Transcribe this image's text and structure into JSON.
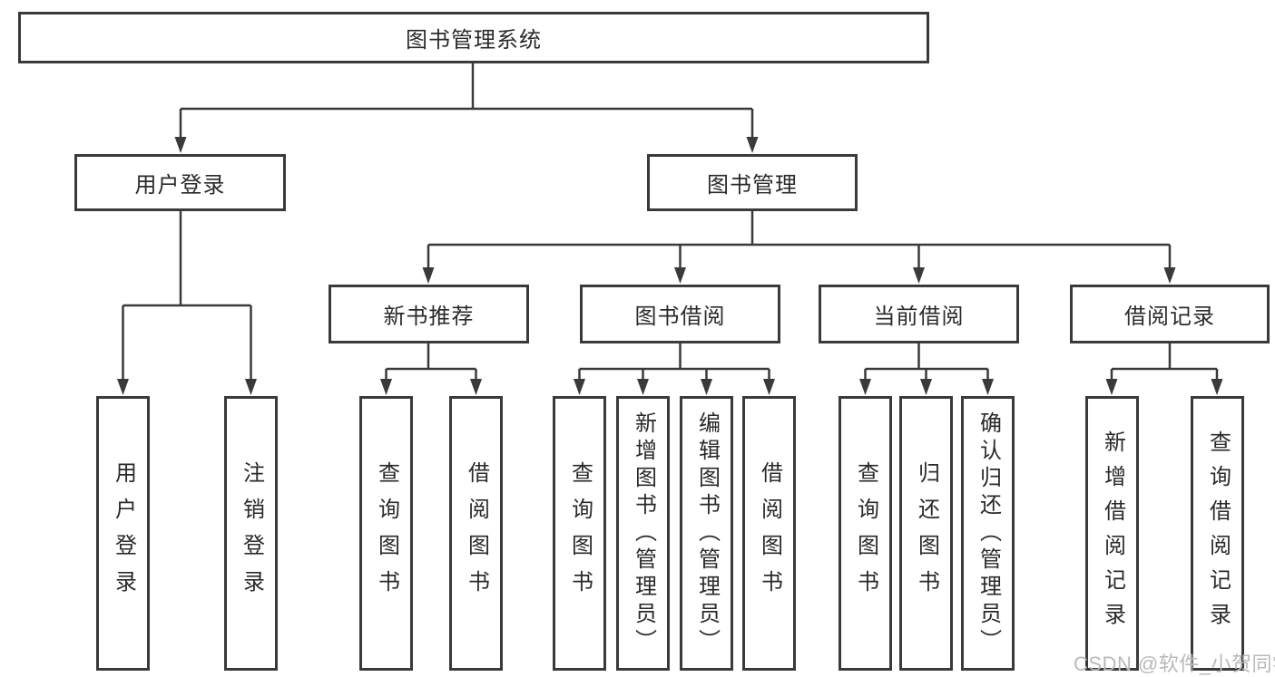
{
  "diagram": {
    "title": "图书管理系统",
    "root": {
      "label": "图书管理系统"
    },
    "level2": [
      {
        "label": "用户登录"
      },
      {
        "label": "图书管理"
      }
    ],
    "level3": [
      {
        "label": "新书推荐"
      },
      {
        "label": "图书借阅"
      },
      {
        "label": "当前借阅"
      },
      {
        "label": "借阅记录"
      }
    ],
    "leaves": [
      {
        "label": "用户登录",
        "parent": "用户登录"
      },
      {
        "label": "注销登录",
        "parent": "用户登录"
      },
      {
        "label": "查询图书",
        "parent": "新书推荐"
      },
      {
        "label": "借阅图书",
        "parent": "新书推荐"
      },
      {
        "label": "查询图书",
        "parent": "图书借阅"
      },
      {
        "label": "新增图书（管理员）",
        "parent": "图书借阅"
      },
      {
        "label": "编辑图书（管理员）",
        "parent": "图书借阅"
      },
      {
        "label": "借阅图书",
        "parent": "图书借阅"
      },
      {
        "label": "查询图书",
        "parent": "当前借阅"
      },
      {
        "label": "归还图书",
        "parent": "当前借阅"
      },
      {
        "label": "确认归还（管理员）",
        "parent": "当前借阅"
      },
      {
        "label": "新增借阅记录",
        "parent": "借阅记录"
      },
      {
        "label": "查询借阅记录",
        "parent": "借阅记录"
      }
    ],
    "colors": {
      "line": "#3a3a3a",
      "box_border": "#3a3a3a",
      "text": "#2a2a2a",
      "watermark": "#b9b9b9",
      "background": "#ffffff"
    }
  },
  "watermark": {
    "text": "CSDN @软件_小贺同学"
  }
}
